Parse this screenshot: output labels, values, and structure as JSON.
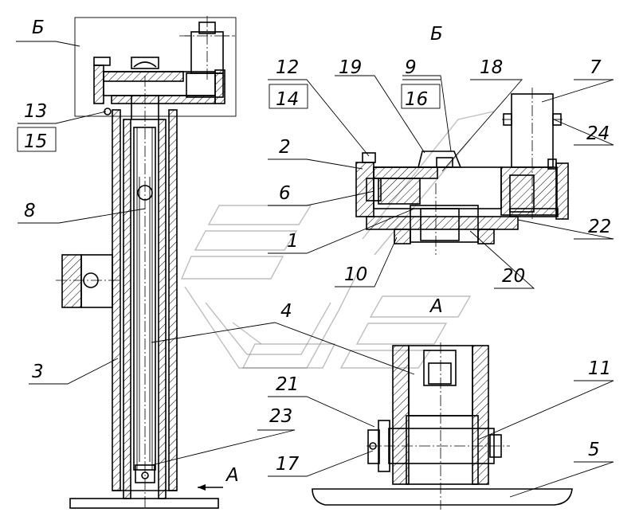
{
  "section_labels": {
    "view_b_left": "Б",
    "view_b_right": "Б",
    "view_a_arrow": "A",
    "view_a_title": "A"
  },
  "part_labels": {
    "p12": "12",
    "p14": "14",
    "p19": "19",
    "p9": "9",
    "p16": "16",
    "p18": "18",
    "p7": "7",
    "p24": "24",
    "p2": "2",
    "p6": "6",
    "p1": "1",
    "p10": "10",
    "p20": "20",
    "p22": "22",
    "p13": "13",
    "p15": "15",
    "p8": "8",
    "p3": "3",
    "p4": "4",
    "p23": "23",
    "p21": "21",
    "p17": "17",
    "p11": "11",
    "p5": "5"
  }
}
